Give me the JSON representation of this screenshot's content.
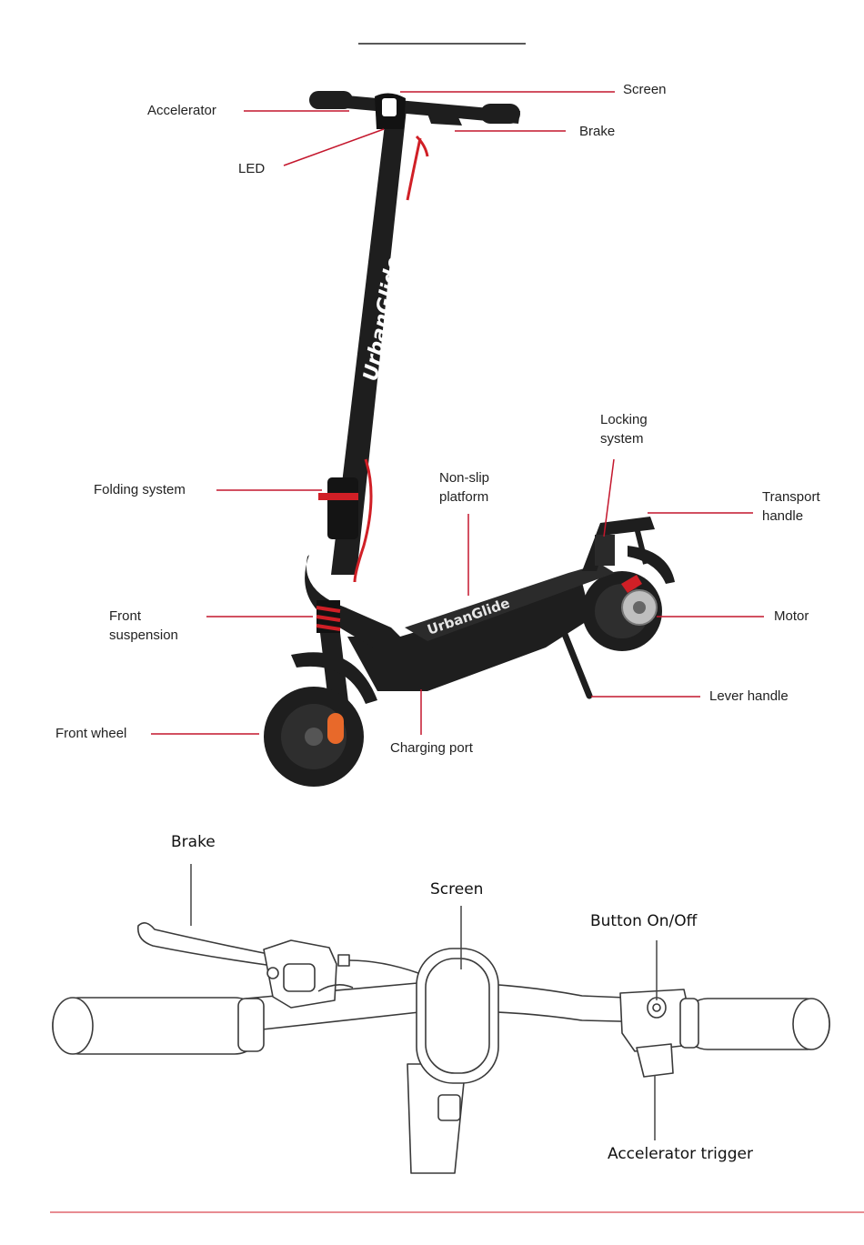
{
  "colors": {
    "leader_line": "#c4172d",
    "scooter_body": "#1e1e1e",
    "accent_red": "#d01f26",
    "outline": "#3a3a3a"
  },
  "scooter": {
    "brand_stem": "UrbanGlide",
    "brand_deck": "UrbanGlide",
    "labels": {
      "screen": "Screen",
      "accelerator": "Accelerator",
      "brake": "Brake",
      "led": "LED",
      "locking_line1": "Locking",
      "locking_line2": "system",
      "nonslip_line1": "Non-slip",
      "nonslip_line2": "platform",
      "transport_line1": "Transport",
      "transport_line2": "handle",
      "folding": "Folding system",
      "front_susp_line1": "Front",
      "front_susp_line2": "suspension",
      "motor": "Motor",
      "lever": "Lever handle",
      "front_wheel": "Front wheel",
      "charging": "Charging port"
    }
  },
  "handlebar": {
    "labels": {
      "brake": "Brake",
      "screen": "Screen",
      "button": "Button On/Off",
      "accel": "Accelerator trigger"
    }
  }
}
